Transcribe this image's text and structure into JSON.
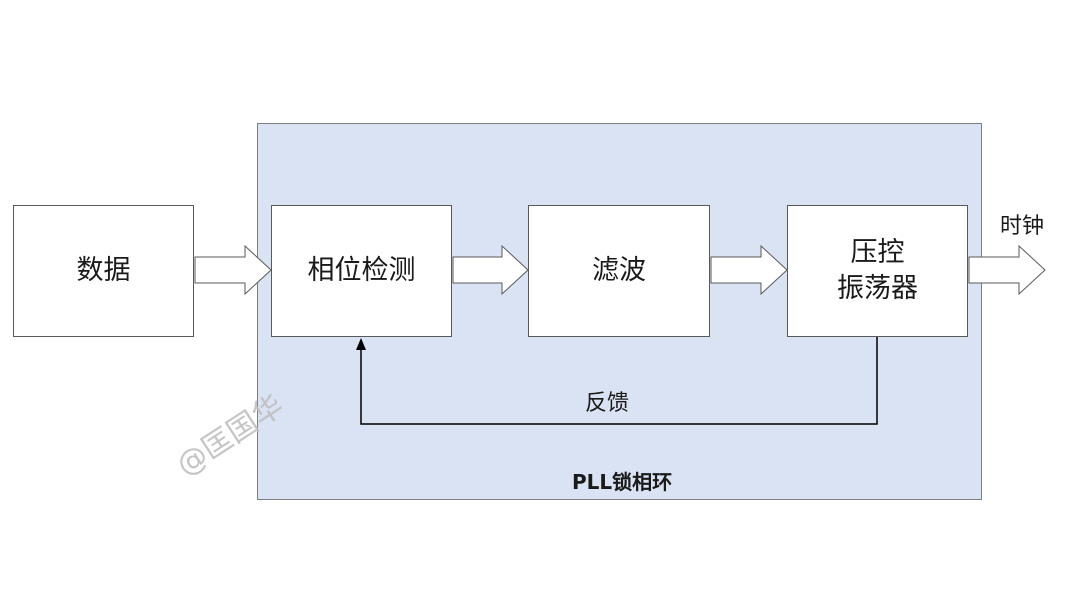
{
  "blocks": {
    "data": "数据",
    "phase_detector": "相位检测",
    "filter": "滤波",
    "vco_line1": "压控",
    "vco_line2": "振荡器"
  },
  "labels": {
    "clock": "时钟",
    "feedback": "反馈",
    "pll": "PLL锁相环"
  },
  "watermark": "@匡国华",
  "colors": {
    "pll_region_fill": "#dae3f3",
    "block_fill": "#ffffff",
    "outline": "#595959"
  }
}
